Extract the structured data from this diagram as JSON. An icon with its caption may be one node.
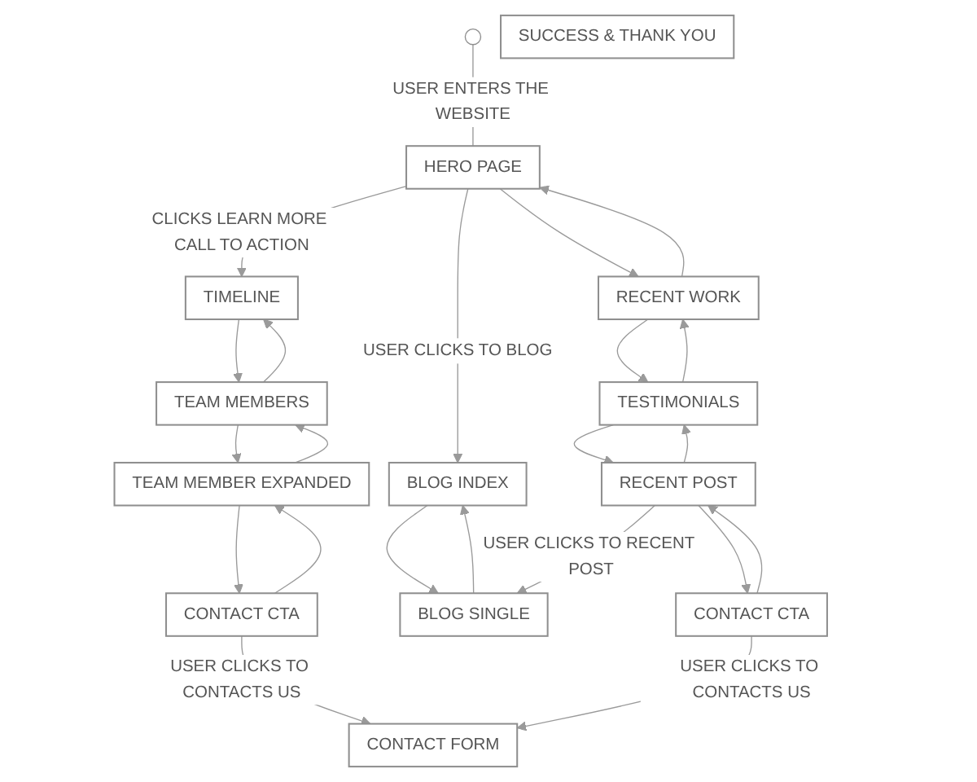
{
  "diagram": {
    "nodes": [
      {
        "text": [],
        "shape": "pin"
      },
      {
        "text": [
          "HERO PAGE"
        ]
      },
      {
        "text": [
          "TIMELINE"
        ]
      },
      {
        "text": [
          "BLOG INDEX"
        ]
      },
      {
        "text": [
          "RECENT WORK"
        ]
      },
      {
        "text": [
          "TEAM MEMBERS"
        ]
      },
      {
        "text": [
          "BLOG SINGLE"
        ]
      },
      {
        "text": [
          "TESTIMONIALS"
        ]
      },
      {
        "text": [
          "TEAM MEMBER EXPANDED"
        ]
      },
      {
        "text": [
          "SUCCESS & THANK YOU"
        ]
      },
      {
        "text": [
          "RECENT POST"
        ]
      },
      {
        "text": [
          "CONTACT CTA"
        ]
      },
      {
        "text": [
          "CONTACT FORM"
        ]
      },
      {
        "text": [
          "CONTACT CTA"
        ]
      }
    ],
    "edges": [
      {
        "from": 0,
        "to": 1,
        "arrow": "none",
        "label": "USER ENTERS THE WEBSITE"
      },
      {
        "from": 1,
        "to": 2,
        "arrow": "to",
        "label": "CLICKS LEARN MORE CALL TO ACTION"
      },
      {
        "from": 1,
        "to": 3,
        "arrow": "to",
        "label": "USER CLICKS TO BLOG"
      },
      {
        "from": 1,
        "to": 4,
        "arrow": "to"
      },
      {
        "from": 4,
        "to": 1,
        "arrow": "to"
      },
      {
        "from": 2,
        "to": 5,
        "arrow": "to"
      },
      {
        "from": 5,
        "to": 2,
        "arrow": "to"
      },
      {
        "from": 3,
        "to": 6,
        "arrow": "to"
      },
      {
        "from": 6,
        "to": 3,
        "arrow": "to"
      },
      {
        "from": 4,
        "to": 7,
        "arrow": "to"
      },
      {
        "from": 7,
        "to": 4,
        "arrow": "to"
      },
      {
        "from": 5,
        "to": 8,
        "arrow": "to"
      },
      {
        "from": 8,
        "to": 5,
        "arrow": "to"
      },
      {
        "from": 10,
        "to": 6,
        "arrow": "to",
        "label": "USER CLICKS TO RECENT POST"
      },
      {
        "from": 7,
        "to": 10,
        "arrow": "to"
      },
      {
        "from": 10,
        "to": 7,
        "arrow": "to"
      },
      {
        "from": 8,
        "to": 11,
        "arrow": "to"
      },
      {
        "from": 11,
        "to": 8,
        "arrow": "to"
      },
      {
        "from": 10,
        "to": 13,
        "arrow": "to"
      },
      {
        "from": 13,
        "to": 10,
        "arrow": "to"
      },
      {
        "from": 11,
        "to": 12,
        "arrow": "to",
        "label": "USER CLICKS TO CONTACTS US"
      },
      {
        "from": 13,
        "to": 12,
        "arrow": "to",
        "label": "USER CLICKS TO CONTACTS US"
      }
    ]
  }
}
